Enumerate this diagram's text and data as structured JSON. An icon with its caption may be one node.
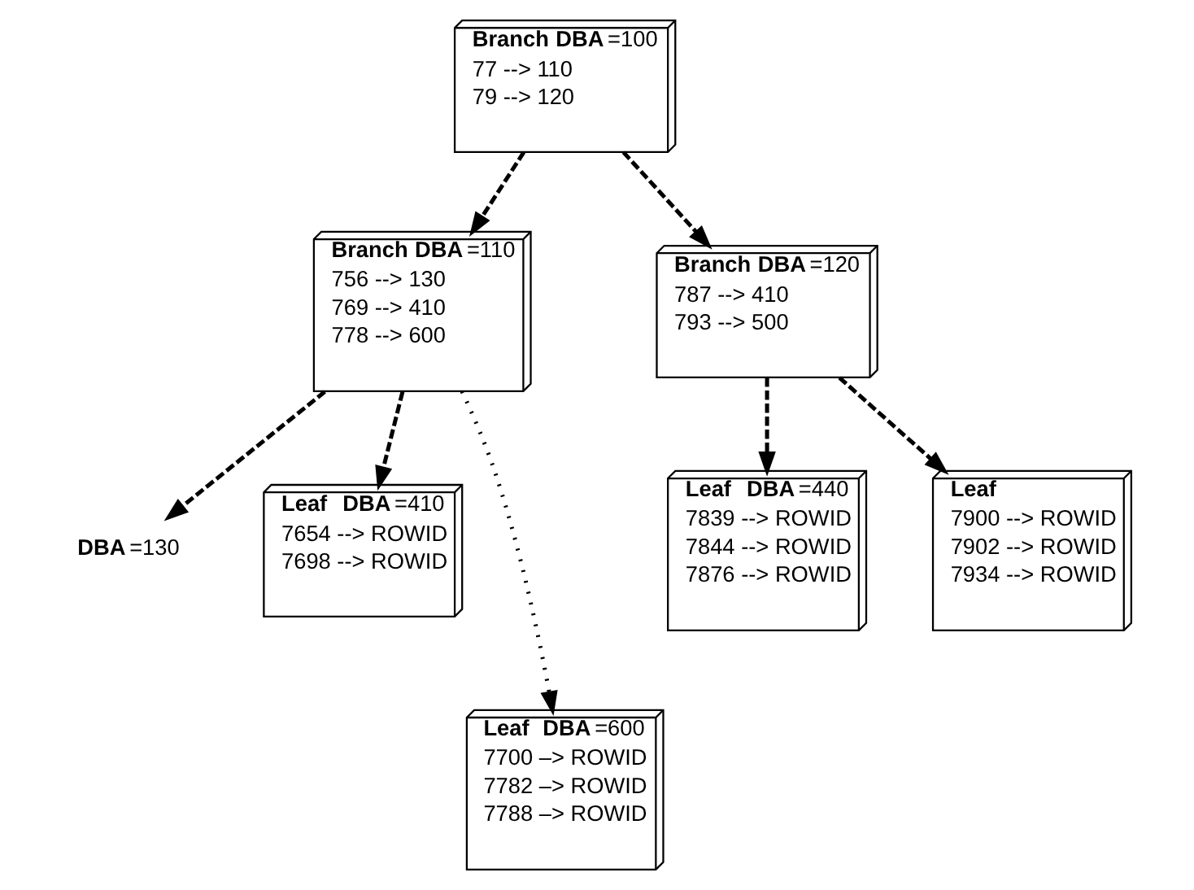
{
  "diagram": {
    "nodes": [
      {
        "text": [
          "Branch",
          "**DBA**=100",
          "77 --> 110",
          "79 --> 120"
        ]
      },
      {
        "text": [
          "Branch",
          "**DBA**=110",
          "756 --> 130",
          "769 --> 410",
          "778 --> 600"
        ]
      },
      {
        "text": [
          "Branch",
          "**DBA**=120",
          "787 --> 410",
          "793 --> 500"
        ]
      },
      {
        "text": [
          "**DBA**=130"
        ]
      },
      {
        "text": [
          "Leaf",
          "**DBA**=410",
          "7654 --> ROWID",
          "7698 --> ROWID"
        ]
      },
      {
        "text": [
          "Leaf",
          "**DBA**=440",
          "7839 --> ROWID",
          "7844 --> ROWID",
          "7876 --> ROWID"
        ]
      },
      {
        "text": [
          "Leaf",
          "7900 --> ROWID",
          "7902 --> ROWID",
          "7934 --> ROWID"
        ]
      },
      {
        "text": [
          "Leaf",
          "**DBA**=600",
          "7700 –> ROWID",
          "7782 –> ROWID",
          "7788 –> ROWID"
        ]
      }
    ],
    "edges": [
      {
        "from": 0,
        "to": 1,
        "arrow": "to"
      },
      {
        "from": 0,
        "to": 2,
        "arrow": "to"
      },
      {
        "from": 1,
        "to": 3,
        "arrow": "to"
      },
      {
        "from": 1,
        "to": 4,
        "arrow": "to"
      },
      {
        "from": 1,
        "to": 7,
        "arrow": "to",
        "style": "dashed"
      },
      {
        "from": 2,
        "to": 5,
        "arrow": "to"
      },
      {
        "from": 2,
        "to": 6,
        "arrow": "to"
      }
    ]
  }
}
